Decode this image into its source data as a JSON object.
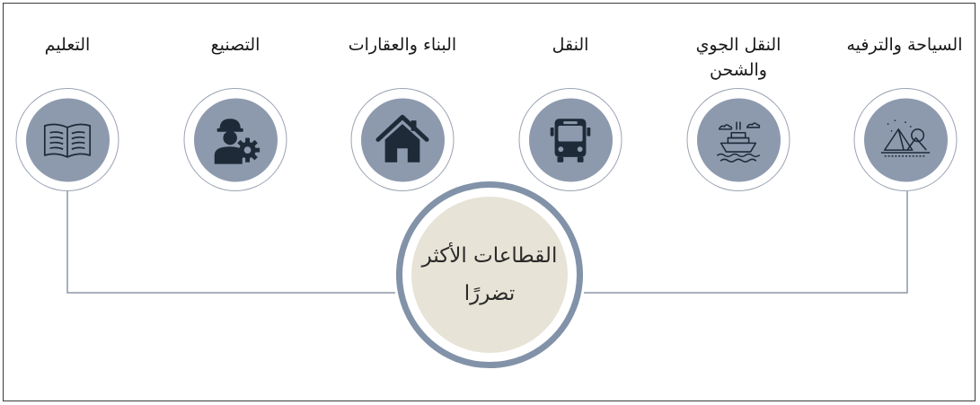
{
  "center": {
    "line1": "القطاعات الأكثر",
    "line2": "تضررًا"
  },
  "sectors": [
    {
      "label": "السياحة والترفيه",
      "icon": "pyramids-icon"
    },
    {
      "label": "النقل الجوي والشحن",
      "icon": "ship-icon"
    },
    {
      "label": "النقل",
      "icon": "bus-icon"
    },
    {
      "label": "البناء والعقارات",
      "icon": "house-icon"
    },
    {
      "label": "التصنيع",
      "icon": "worker-gear-icon"
    },
    {
      "label": "التعليم",
      "icon": "book-icon"
    }
  ],
  "colors": {
    "icon_circle": "#8d9aae",
    "hub_ring": "#8292a8",
    "hub_fill": "#e7e3d6",
    "connector": "#8b96a8",
    "icon_dark": "#1f2a38"
  }
}
